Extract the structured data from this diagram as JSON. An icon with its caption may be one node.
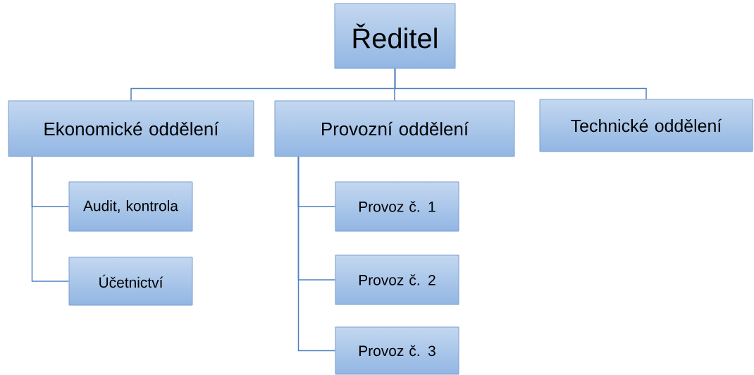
{
  "diagram": {
    "nodes": [
      {
        "text": [
          "Ředitel"
        ]
      },
      {
        "text": [
          "Ekonomické oddělení"
        ]
      },
      {
        "text": [
          "Provozní oddělení"
        ]
      },
      {
        "text": [
          "Technické oddělení"
        ]
      },
      {
        "text": [
          "Audit, kontrola"
        ]
      },
      {
        "text": [
          "Účetnictví"
        ]
      },
      {
        "text": [
          "Provoz č. 1"
        ]
      },
      {
        "text": [
          "Provoz č. 2"
        ]
      },
      {
        "text": [
          "Provoz č. 3"
        ]
      }
    ],
    "edges": [
      {
        "from": 0,
        "to": 1,
        "arrow": "none"
      },
      {
        "from": 0,
        "to": 2,
        "arrow": "none"
      },
      {
        "from": 0,
        "to": 3,
        "arrow": "none"
      },
      {
        "from": 1,
        "to": 4,
        "arrow": "none"
      },
      {
        "from": 1,
        "to": 5,
        "arrow": "none"
      },
      {
        "from": 2,
        "to": 6,
        "arrow": "none"
      },
      {
        "from": 2,
        "to": 7,
        "arrow": "none"
      },
      {
        "from": 2,
        "to": 8,
        "arrow": "none"
      }
    ]
  }
}
